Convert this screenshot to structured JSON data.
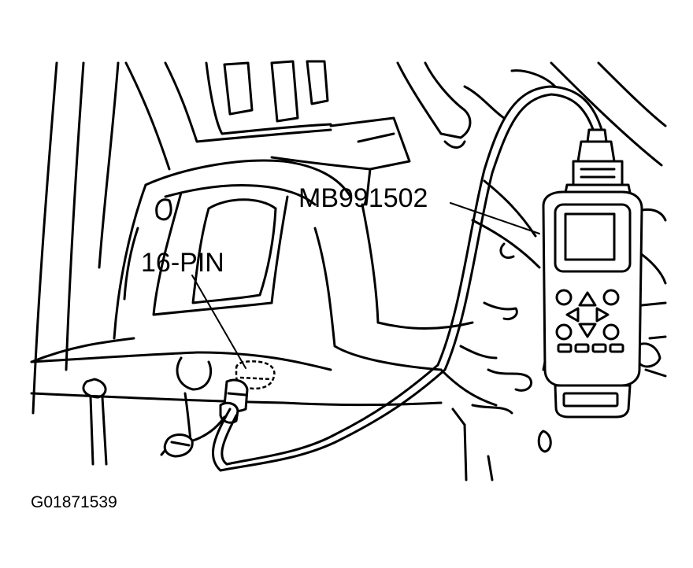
{
  "labels": {
    "tool": "MB991502",
    "connector": "16-PIN"
  },
  "figure_id": "G01871539",
  "colors": {
    "ink": "#000000",
    "background": "#ffffff"
  }
}
